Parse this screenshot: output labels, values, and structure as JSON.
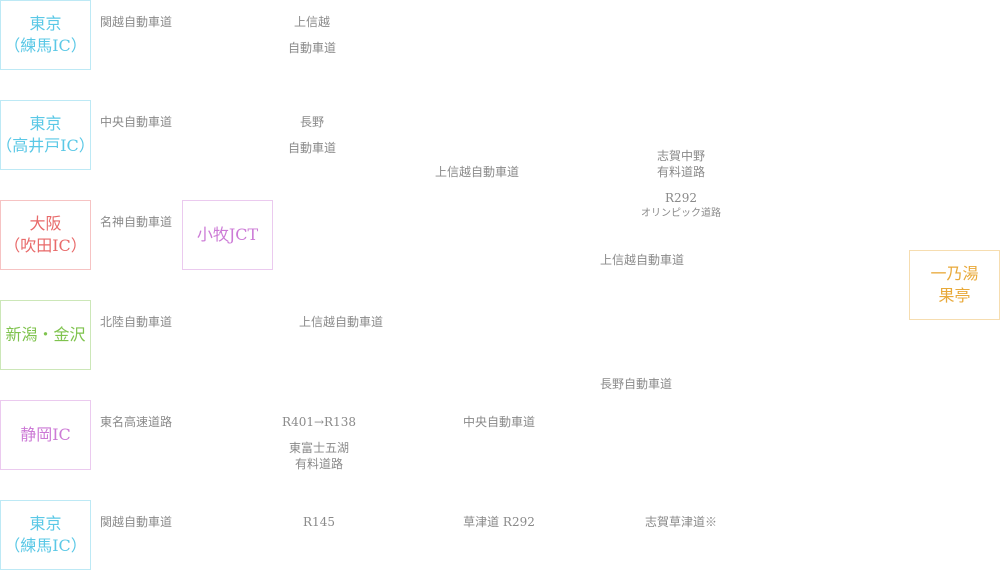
{
  "origins": [
    {
      "line1": "東京",
      "line2": "（練馬IC）",
      "color": "#5bc8e6"
    },
    {
      "line1": "東京",
      "line2": "（高井戸IC）",
      "color": "#5bc8e6"
    },
    {
      "line1": "大阪",
      "line2": "（吹田IC）",
      "color": "#e86a6a"
    },
    {
      "line1": "新潟・金沢",
      "line2": "",
      "color": "#7fc34e"
    },
    {
      "line1": "静岡IC",
      "line2": "",
      "color": "#cc7ad6"
    },
    {
      "line1": "東京",
      "line2": "（練馬IC）",
      "color": "#5bc8e6"
    }
  ],
  "junction": {
    "label": "小牧JCT",
    "color": "#cc7ad6"
  },
  "destination": {
    "line1": "一乃湯",
    "line2": "果亭",
    "color": "#e8a93a"
  },
  "labels": [
    "関越自動車道",
    "上信越",
    "自動車道",
    "中央自動車道",
    "長野",
    "自動車道",
    "上信越自動車道",
    "志賀中野",
    "有料道路",
    "R292",
    "オリンピック道路",
    "名神自動車道",
    "上信越自動車道",
    "北陸自動車道",
    "上信越自動車道",
    "長野自動車道",
    "東名高速道路",
    "R401→R138",
    "中央自動車道",
    "東富士五湖",
    "有料道路",
    "関越自動車道",
    "R145",
    "草津道 R292",
    "志賀草津道※"
  ]
}
